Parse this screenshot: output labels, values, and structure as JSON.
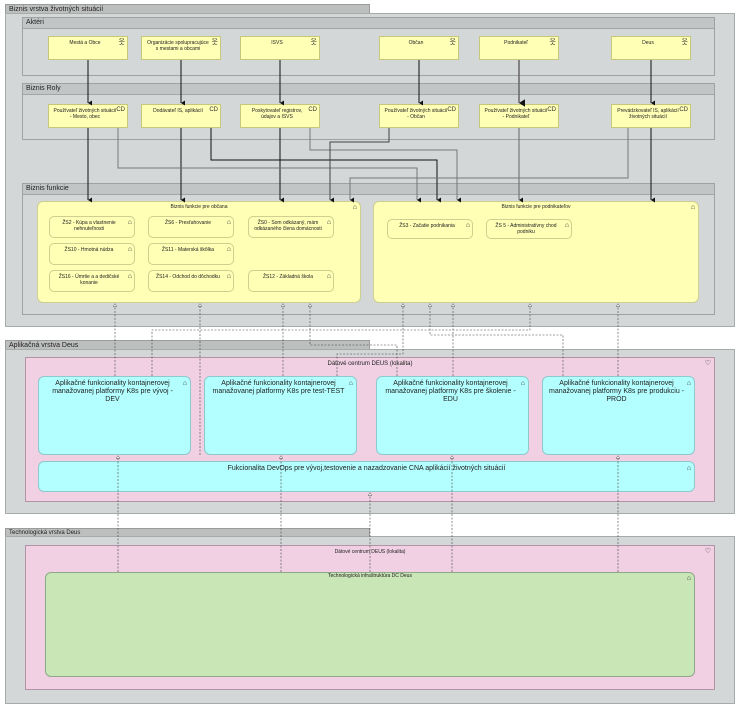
{
  "layers": {
    "business": {
      "title": "Biznis vrstva životných situácií",
      "groups": {
        "actors": {
          "title": "Aktéri",
          "items": [
            "Mestá a Obce",
            "Organizácie spolupracujúce s mestami a obcami",
            "ISVS",
            "Občan",
            "Podnikateľ",
            "Deus"
          ]
        },
        "roles": {
          "title": "Biznis Roly",
          "items": [
            "Používateľ životných situácií - Mesto, obec",
            "Dodávateľ IS, aplikácií",
            "Poskytovateľ registrov, údajov a ISVS",
            "Používateľ životných situácií - Občan",
            "Používateľ životných situácií - Podnikateľ",
            "Prevádzkovateľ IS, aplikácií životných situácií"
          ]
        },
        "functions": {
          "title": "Biznis funkcie",
          "citizen": {
            "title": "Biznis funkcie pre občana",
            "items": [
              "ŽS2 - Kúpa a vlastnenie nehnuteľnosti",
              "ŽS6 - Presťahovanie",
              "ŽS0 - Som odkázaný, mám odkázaného člena domácnosti",
              "ŽS10 - Hmotná núdza",
              "ŽS11 - Materská škôlka",
              "ŽS16 - Úmrtie a a dedičské konanie",
              "ŽS14 - Odchod do dôchodku",
              "ŽS12 - Základná škola"
            ]
          },
          "business": {
            "title": "Biznis funkcie pre podnikateľov",
            "items": [
              "ŽS3 - Začatie podnikania",
              "ŽS 5 - Administratívny chod podniku"
            ]
          }
        }
      }
    },
    "application": {
      "title": "Aplikačná vrstva Deus",
      "node": "Dátové centrum DEUS (lokalita)",
      "functions": [
        "Aplikačné funkcionality kontajnerovej manažovanej platformy K8s pre vývoj - DEV",
        "Aplikačné funkcionality kontajnerovej manažovanej platformy K8s pre test-TEST",
        "Aplikačné funkcionality kontajnerovej manažovanej platformy K8s pre školenie - EDU",
        "Aplikačné funkcionality kontajnerovej manažovanej platformy K8s pre produkciu - PROD"
      ],
      "devops": "Fukcionalita DevOps pre vývoj,testovenie a nazadzovanie CNA aplikácií životných situácií"
    },
    "technology": {
      "title": "Technologická vrstva Deus",
      "node": "Dátové centrum DEUS (lokalita)",
      "infra": "Technologická infraštruktúra DC Deus"
    }
  },
  "icons": {
    "actor": "actor-icon",
    "role": "role-icon",
    "function": "function-icon",
    "location": "location-icon"
  },
  "colors": {
    "business": "#ffffb5",
    "application": "#b3ffff",
    "technology": "#c9e6b6",
    "location": "#f0d0e2",
    "grouping": "#d3d7d8"
  }
}
